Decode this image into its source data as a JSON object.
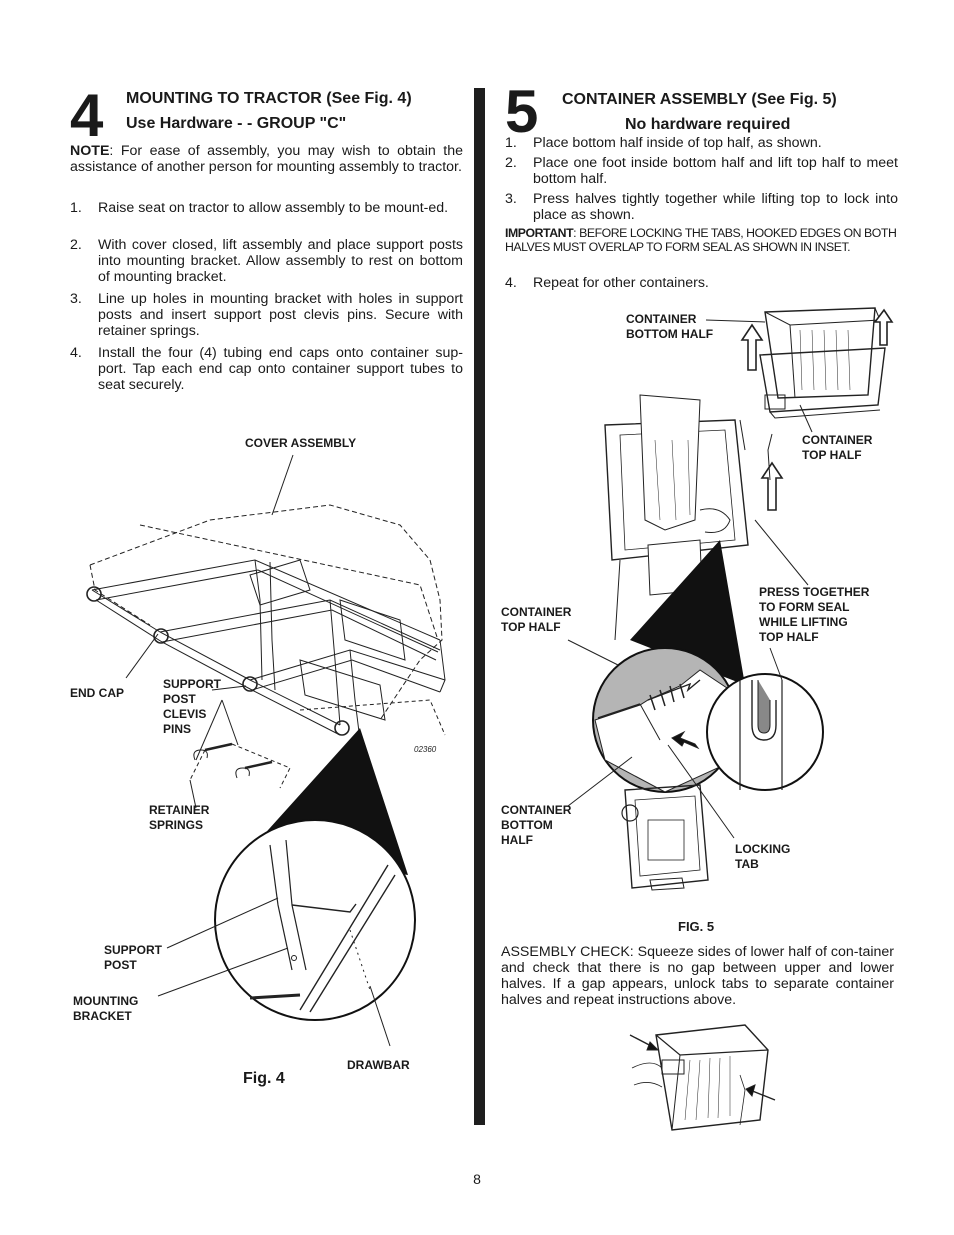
{
  "section4": {
    "number": "4",
    "title_line1": "MOUNTING TO TRACTOR (See Fig. 4)",
    "title_line2": "Use Hardware - - GROUP \"C\"",
    "note_label": "NOTE",
    "note_text": ":  For ease of assembly, you may wish to obtain the assistance of another person for mounting assembly to tractor.",
    "steps": [
      {
        "num": "1.",
        "text": "Raise seat on tractor to allow assembly to be mount-ed."
      },
      {
        "num": "2.",
        "text": "With cover closed, lift assembly and place support posts into mounting bracket. Allow assembly to rest on bottom of mounting bracket."
      },
      {
        "num": "3.",
        "text": "Line up holes in mounting bracket with holes in support posts and insert support post clevis  pins. Secure with retainer springs."
      },
      {
        "num": "4.",
        "text": "Install the four (4) tubing end caps onto container sup-port.  Tap each end cap onto container support tubes to seat securely."
      }
    ],
    "figure": {
      "caption": "Fig. 4",
      "part_number": "02360",
      "labels": {
        "cover_assembly": "COVER ASSEMBLY",
        "end_cap": "END CAP",
        "support_post_clevis_pins": "SUPPORT\nPOST\nCLEVIS\nPINS",
        "retainer_springs": "RETAINER\nSPRINGS",
        "support_post": "SUPPORT\nPOST",
        "mounting_bracket": "MOUNTING\nBRACKET",
        "drawbar": "DRAWBAR"
      }
    }
  },
  "section5": {
    "number": "5",
    "title_line1": "CONTAINER ASSEMBLY (See Fig. 5)",
    "title_line2": "No hardware required",
    "steps": [
      {
        "num": "1.",
        "text": "Place bottom half inside of top half, as shown."
      },
      {
        "num": "2.",
        "text": "Place one foot inside bottom half and lift top half to meet bottom half."
      },
      {
        "num": "3.",
        "text": "Press halves tightly together while lifting top to lock into place as shown."
      }
    ],
    "important_label": "IMPORTANT",
    "important_text": ": BEFORE LOCKING THE TABS, HOOKED EDGES ON BOTH HALVES MUST OVERLAP TO FORM SEAL AS SHOWN IN INSET.",
    "step4": {
      "num": "4.",
      "text": "Repeat for other containers."
    },
    "figure": {
      "caption": "FIG. 5",
      "labels": {
        "container_bottom_half_top": "CONTAINER\nBOTTOM HALF",
        "container_top_half_right": "CONTAINER\nTOP HALF",
        "press_together": "PRESS TOGETHER\nTO FORM SEAL\nWHILE LIFTING\nTOP HALF",
        "container_top_half_left": "CONTAINER\nTOP HALF",
        "container_bottom_half_left": "CONTAINER\nBOTTOM\nHALF",
        "locking_tab": "LOCKING\nTAB"
      }
    },
    "assembly_check": "ASSEMBLY CHECK: Squeeze sides of lower half of con-tainer and check that there is no gap between upper and lower halves.  If a gap appears, unlock tabs to separate container halves and repeat instructions above."
  },
  "page_number": "8"
}
